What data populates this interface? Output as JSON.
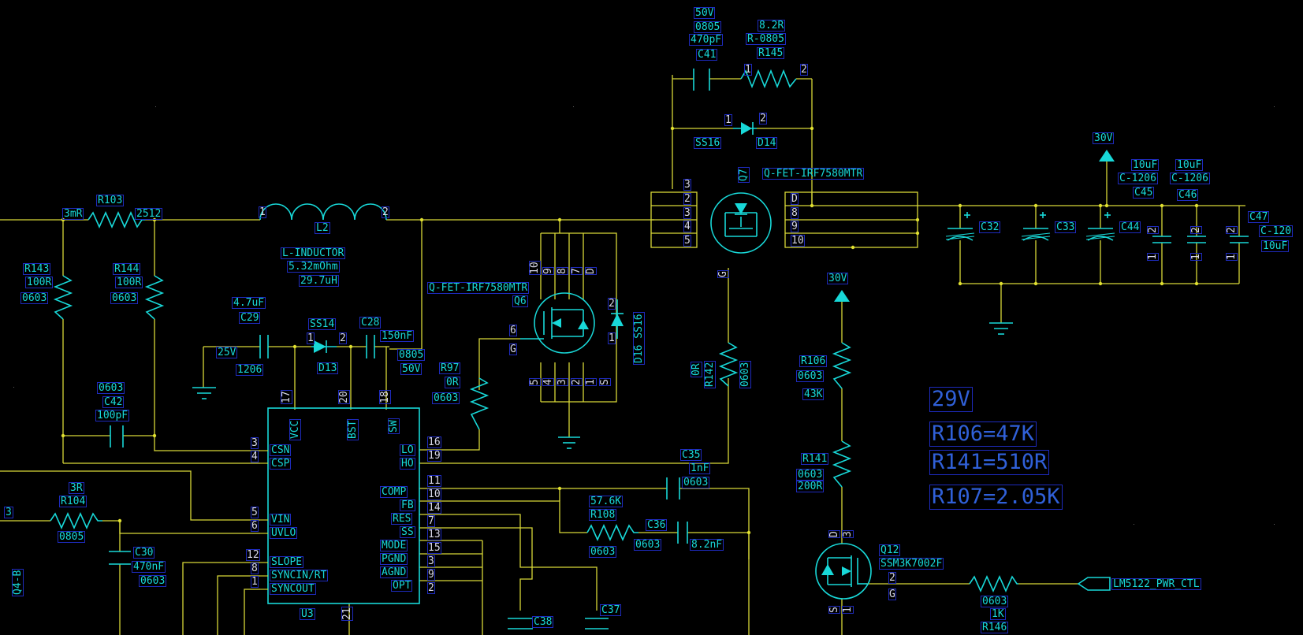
{
  "colors": {
    "background": "#000000",
    "wire": "#d8d838",
    "component": "#18d8d8",
    "note": "#3060d8",
    "label_box": "#1e2bbd"
  },
  "components": {
    "c41": {
      "voltage": "50V",
      "package": "0805",
      "value": "470pF",
      "ref": "C41"
    },
    "r145": {
      "value": "8.2R",
      "package": "R-0805",
      "ref": "R145"
    },
    "d14": {
      "part": "SS16",
      "ref": "D14"
    },
    "q7": {
      "ref": "Q7",
      "part": "Q-FET-IRF7580MTR"
    },
    "r103": {
      "left": "3mR",
      "ref": "R103",
      "right": "2512"
    },
    "l2": {
      "ref": "L2",
      "part": "L-INDUCTOR",
      "dcr": "5.32mOhm",
      "value": "29.7uH"
    },
    "r143": {
      "ref": "R143",
      "value": "100R",
      "package": "0603"
    },
    "r144": {
      "ref": "R144",
      "value": "100R",
      "package": "0603"
    },
    "c29": {
      "value": "4.7uF",
      "ref": "C29",
      "voltage": "25V",
      "package": "1206"
    },
    "d13": {
      "part": "SS14",
      "ref": "D13"
    },
    "c28": {
      "ref": "C28",
      "value": "150nF",
      "package": "0805",
      "voltage": "50V"
    },
    "q6": {
      "part": "Q-FET-IRF7580MTR",
      "ref": "Q6"
    },
    "d16": {
      "label": "D16 SS16"
    },
    "r97": {
      "ref": "R97",
      "value": "0R",
      "package": "0603"
    },
    "c42": {
      "package": "0603",
      "ref": "C42",
      "value": "100pF"
    },
    "r142": {
      "value": "0R",
      "ref": "R142",
      "package": "0603"
    },
    "c35": {
      "ref": "C35",
      "value": "1nF",
      "package": "0603"
    },
    "r104": {
      "value": "3R",
      "ref": "R104",
      "package": "0805"
    },
    "c30": {
      "ref": "C30",
      "value": "470nF",
      "package": "0603"
    },
    "r108": {
      "value": "57.6K",
      "ref": "R108",
      "package": "0603"
    },
    "c36": {
      "ref": "C36",
      "package": "0603",
      "value": "8.2nF"
    },
    "c38": {
      "ref": "C38"
    },
    "c37": {
      "ref": "C37"
    },
    "u3": {
      "ref": "U3"
    },
    "c32": {
      "ref": "C32"
    },
    "c33": {
      "ref": "C33"
    },
    "c44": {
      "ref": "C44"
    },
    "c45": {
      "value": "10uF",
      "package": "C-1206",
      "ref": "C45"
    },
    "c46": {
      "value": "10uF",
      "package": "C-1206",
      "ref": "C46"
    },
    "c47": {
      "ref": "C47",
      "package": "C-120",
      "value": "10uF"
    },
    "r106": {
      "ref": "R106",
      "package": "0603",
      "value": "43K"
    },
    "r141": {
      "ref": "R141",
      "package": "0603",
      "value": "200R"
    },
    "q12": {
      "ref": "Q12",
      "part": "SSM3K7002F"
    },
    "r146": {
      "package": "0603",
      "value": "1K",
      "ref": "R146"
    },
    "power_top": "30V",
    "power_mid": "30V",
    "net_ctl": "LM5122_PWR_CTL",
    "edge_q4": "Q4-B",
    "edge_3": "3"
  },
  "u3_pins": {
    "vcc": "VCC",
    "bst": "BST",
    "sw": "SW",
    "csn": "CSN",
    "csp": "CSP",
    "vin": "VIN",
    "uvlo": "UVLO",
    "slope": "SLOPE",
    "syncin": "SYNCIN/RT",
    "syncout": "SYNCOUT",
    "lo": "LO",
    "ho": "HO",
    "comp": "COMP",
    "fb": "FB",
    "res": "RES",
    "ss": "SS",
    "mode": "MODE",
    "pgnd": "PGND",
    "agnd": "AGND",
    "opt": "OPT"
  },
  "notes": {
    "line1": "29V",
    "line2": "R106=47K",
    "line3": "R141=510R",
    "line4": "R107=2.05K"
  }
}
